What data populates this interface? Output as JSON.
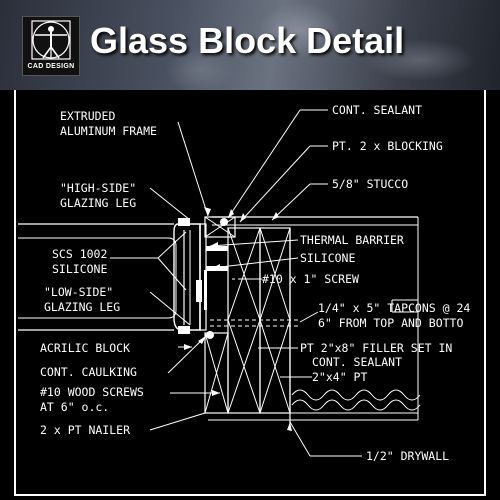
{
  "header": {
    "title": "Glass Block Detail",
    "logo_text": "CAD DESIGN"
  },
  "labels": {
    "extruded_1": "EXTRUDED",
    "extruded_2": "ALUMINUM FRAME",
    "cont_sealant_top": "CONT. SEALANT",
    "blocking": "PT. 2 x BLOCKING",
    "stucco": "5/8\" STUCCO",
    "high_side_1": "\"HIGH-SIDE\"",
    "high_side_2": "GLAZING LEG",
    "thermal_barrier": "THERMAL BARRIER",
    "silicone": "SILICONE",
    "scs_1": "SCS 1002",
    "scs_2": "SILICONE",
    "screw": "#10 x 1\" SCREW",
    "low_side_1": "\"LOW-SIDE\"",
    "low_side_2": "GLAZING LEG",
    "tapcons_1": "1/4\" x 5\" TAPCONS @ 24",
    "tapcons_2": "6\" FROM TOP AND BOTTO",
    "acrilic_block": "ACRILIC BLOCK",
    "filler_1": "PT 2\"x8\" FILLER SET IN",
    "filler_2": "CONT. SEALANT",
    "cont_caulking": "CONT. CAULKING",
    "pt_2x4": "2\"x4\" PT",
    "wood_screws_1": "#10 WOOD SCREWS",
    "wood_screws_2": "AT 6\" o.c.",
    "nailer": "2 x PT NAILER",
    "drywall": "1/2\" DRYWALL"
  }
}
